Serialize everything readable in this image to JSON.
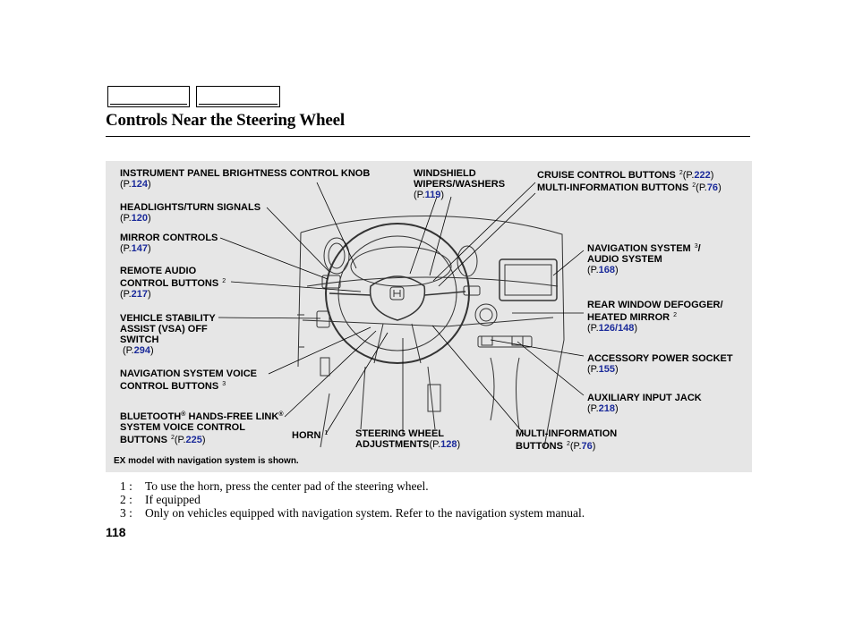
{
  "page": {
    "title": "Controls Near the Steering Wheel",
    "page_number": "118",
    "caption": "EX model with navigation system is shown."
  },
  "labels": {
    "brightness": {
      "text": "INSTRUMENT PANEL BRIGHTNESS CONTROL KNOB",
      "page": "124"
    },
    "headlights": {
      "text": "HEADLIGHTS/TURN SIGNALS",
      "page": "120"
    },
    "mirror": {
      "text": "MIRROR CONTROLS",
      "page": "147"
    },
    "remote_audio": {
      "line1": "REMOTE AUDIO",
      "line2": "CONTROL BUTTONS",
      "fn": "2",
      "page": "217"
    },
    "vsa": {
      "line1": "VEHICLE STABILITY",
      "line2": "ASSIST (VSA) OFF",
      "line3": "SWITCH",
      "page": "294"
    },
    "nav_voice": {
      "line1": "NAVIGATION SYSTEM VOICE",
      "line2": "CONTROL BUTTONS",
      "fn": "3"
    },
    "bluetooth": {
      "line1a": "BLUETOOTH",
      "reg": "®",
      "line1b": " HANDS-FREE LINK",
      "line2": "SYSTEM VOICE CONTROL",
      "line3": "BUTTONS",
      "fn": "2",
      "page": "225"
    },
    "horn": {
      "text": "HORN",
      "fn": "1"
    },
    "steering_adj": {
      "line1": "STEERING WHEEL",
      "line2": "ADJUSTMENTS",
      "page": "128"
    },
    "multi_info_bottom": {
      "line1": "MULTI-INFORMATION",
      "line2": "BUTTONS",
      "fn": "2",
      "page": "76"
    },
    "wipers": {
      "line1": "WINDSHIELD",
      "line2": "WIPERS/WASHERS",
      "page": "119"
    },
    "cruise": {
      "text": "CRUISE CONTROL BUTTONS",
      "fn": "2",
      "page": "222"
    },
    "multi_info_top": {
      "text": "MULTI-INFORMATION BUTTONS",
      "fn": "2",
      "page": "76"
    },
    "nav_audio": {
      "line1": "NAVIGATION SYSTEM",
      "fn": "3",
      "line1b": "/",
      "line2": "AUDIO SYSTEM",
      "page": "168"
    },
    "defogger": {
      "line1": "REAR WINDOW DEFOGGER/",
      "line2": "HEATED MIRROR",
      "fn": "2",
      "page1": "126",
      "page2": "148"
    },
    "accessory": {
      "text": "ACCESSORY POWER SOCKET",
      "page": "155"
    },
    "aux": {
      "text": "AUXILIARY INPUT JACK",
      "page": "218"
    }
  },
  "ref": {
    "open": "(P.",
    "close": ")",
    "slash": "/"
  },
  "footnotes": [
    {
      "num": "1 :",
      "text": "To use the horn, press the center pad of the steering wheel."
    },
    {
      "num": "2 :",
      "text": "If equipped"
    },
    {
      "num": "3 :",
      "text": "Only on vehicles equipped with navigation system. Refer to the navigation system manual."
    }
  ]
}
